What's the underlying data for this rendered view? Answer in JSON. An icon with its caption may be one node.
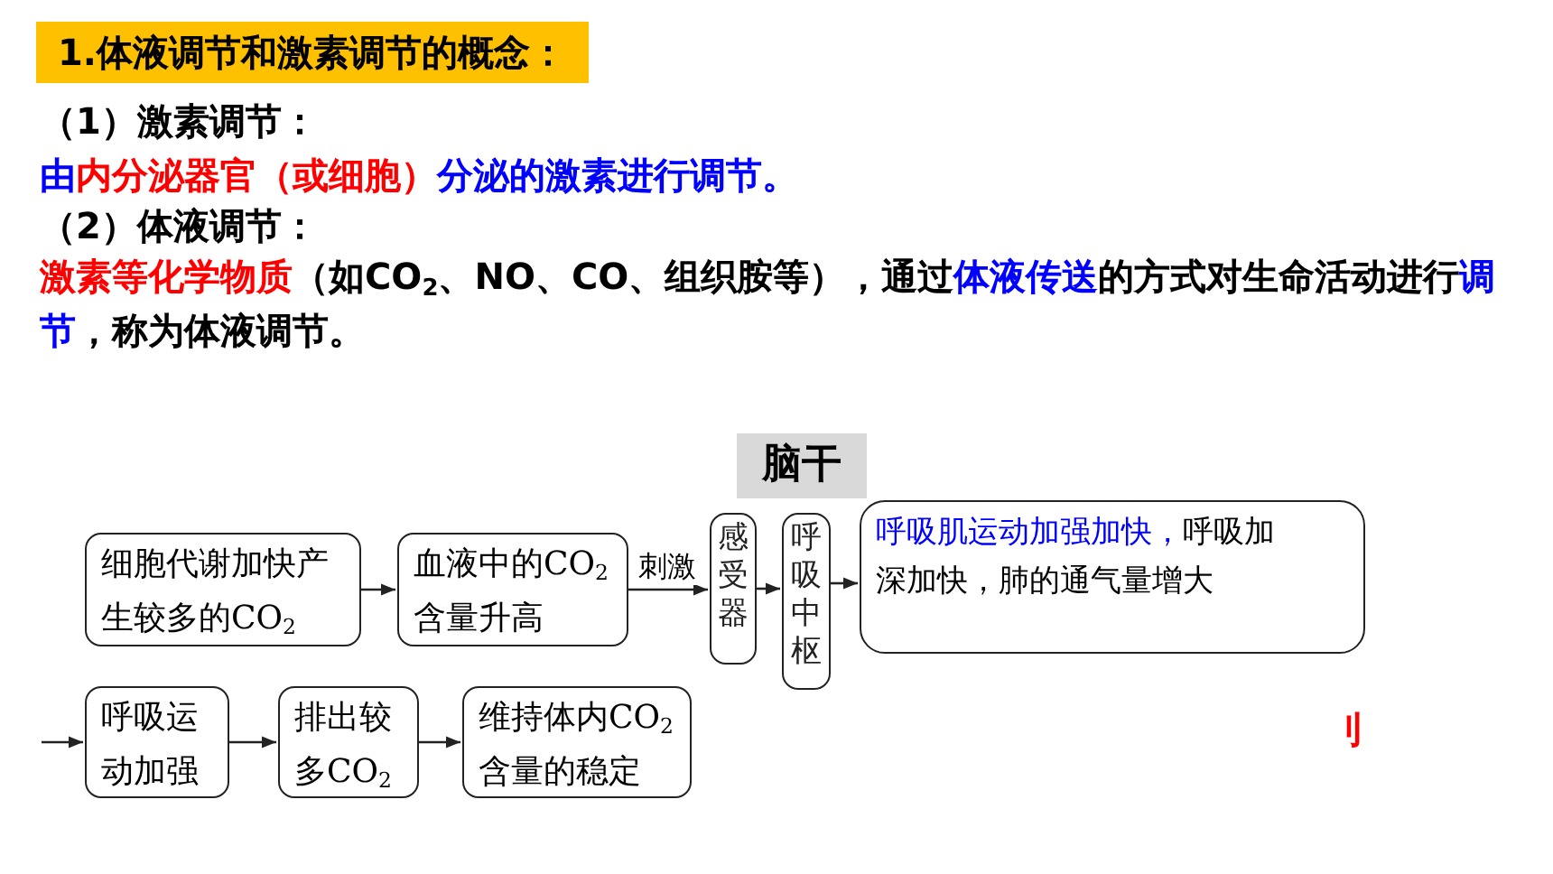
{
  "diagram": {
    "title": "1.体液调节和激素调节的概念：",
    "nodes": [
      {
        "text": [
          "脑干"
        ]
      },
      {
        "text": [
          "细胞代谢加快产生较多的CO$_{2}$"
        ]
      },
      {
        "text": [
          "血液中的CO$_{2}$含量升高"
        ]
      },
      {
        "text": [
          "感受器"
        ]
      },
      {
        "text": [
          "呼吸中枢"
        ]
      },
      {
        "text": [
          "呼吸肌运动加强加快，",
          "呼吸加深加快，肺的通气量增大"
        ]
      },
      {
        "text": [
          "呼吸运动加强"
        ]
      },
      {
        "text": [
          "排出较多CO$_{2}$"
        ]
      },
      {
        "text": [
          "维持体内CO$_{2}$含量的稳定"
        ]
      }
    ],
    "edges": [
      {
        "from": 1,
        "to": 2,
        "arrow": "to"
      },
      {
        "from": 2,
        "to": 3,
        "arrow": "to",
        "label": "刺激"
      },
      {
        "from": 3,
        "to": 4,
        "arrow": "to"
      },
      {
        "from": 4,
        "to": 5,
        "arrow": "to"
      },
      {
        "from": null,
        "to": 6,
        "arrow": "to"
      },
      {
        "from": 6,
        "to": 7,
        "arrow": "to"
      },
      {
        "from": 7,
        "to": 8,
        "arrow": "to"
      }
    ],
    "labels": [
      "（1）激素调节：",
      "由",
      "内分泌器官（或细胞）",
      "分泌的激素进行调节。",
      "（2）体液调节：",
      "激素等化学物质",
      "（如CO$_{2}$、NO、CO、组织胺等），通过",
      "体液传送",
      "的方式对生命活动进行",
      "调节",
      "，称为体液调节。",
      "刂"
    ]
  }
}
